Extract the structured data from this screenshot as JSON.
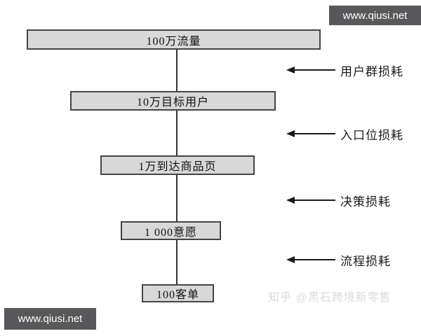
{
  "funnel": {
    "stages": [
      {
        "label": "100万流量"
      },
      {
        "label": "10万目标用户"
      },
      {
        "label": "1万到达商品页"
      },
      {
        "label": "1 000意愿"
      },
      {
        "label": "100客单"
      }
    ],
    "loss_annotations": [
      {
        "label": "用户群损耗"
      },
      {
        "label": "入口位损耗"
      },
      {
        "label": "决策损耗"
      },
      {
        "label": "流程损耗"
      }
    ]
  },
  "watermarks": {
    "top_right": "www.qiusi.net",
    "bottom_left": "www.qiusi.net",
    "bottom_right": "知乎 @黑石跨境新零售"
  },
  "colors": {
    "box_fill": "#d8d8d8",
    "box_border": "#454545",
    "arrow": "#1a1a1a",
    "watermark_bg": "#58585a",
    "watermark_text": "#ffffff",
    "zhihu_watermark_text": "#dadada",
    "background": "#ffffff"
  }
}
